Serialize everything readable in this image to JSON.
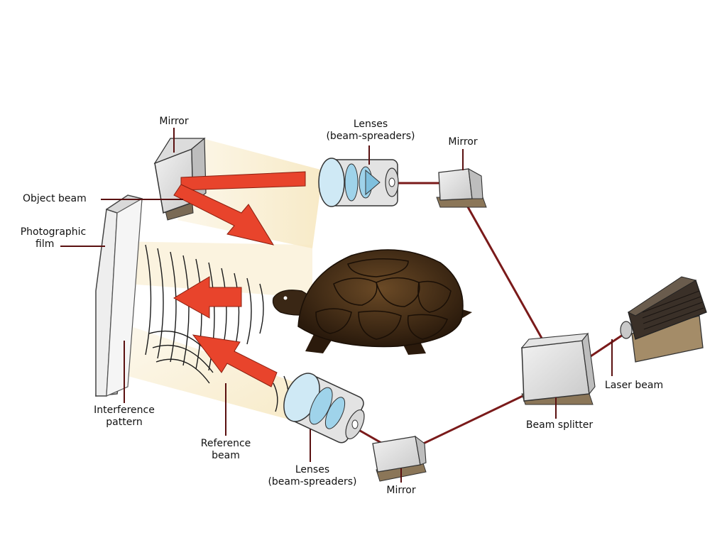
{
  "labels": {
    "mirror_top_left": "Mirror",
    "lenses_top_line1": "Lenses",
    "lenses_top_line2": "(beam-spreaders)",
    "mirror_top_right": "Mirror",
    "object_beam": "Object beam",
    "photographic_film_line1": "Photographic",
    "photographic_film_line2": "film",
    "interference_line1": "Interference",
    "interference_line2": "pattern",
    "reference_line1": "Reference",
    "reference_line2": "beam",
    "lenses_bottom_line1": "Lenses",
    "lenses_bottom_line2": "(beam-spreaders)",
    "mirror_bottom": "Mirror",
    "beam_splitter": "Beam splitter",
    "laser_beam": "Laser beam"
  },
  "colors": {
    "laser_line": "#7a1a1a",
    "arrow_fill": "#e8442c",
    "beam_glow": "#f7e9c4",
    "glass": "#9fd3ea",
    "turtle_shell": "#3b2614"
  }
}
